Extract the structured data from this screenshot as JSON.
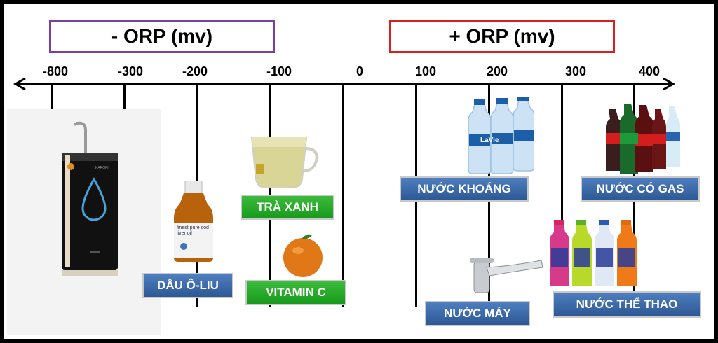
{
  "headers": {
    "negative": "- ORP (mv)",
    "positive": "+ ORP (mv)"
  },
  "axis": {
    "ticks": [
      "-800",
      "-300",
      "-200",
      "-100",
      "0",
      "100",
      "200",
      "300",
      "400"
    ]
  },
  "labels": {
    "olive_oil": "DẦU Ô-LIU",
    "green_tea": "TRÀ XANH",
    "vitamin_c": "VITAMIN C",
    "mineral_water": "NƯỚC KHOÁNG",
    "tap_water": "NƯỚC MÁY",
    "soda": "NƯỚC CÓ GAS",
    "sports_drink": "NƯỚC THỂ THAO"
  },
  "product_text": {
    "purifier_brand": "KAROFI",
    "oil_bottle": "finest pure cod liver oil",
    "water_brand": "LaVie"
  },
  "colors": {
    "blue_label": "#3a68a8",
    "green_label": "#1fa323",
    "neg_border": "#7b3fa0",
    "pos_border": "#d42020"
  }
}
